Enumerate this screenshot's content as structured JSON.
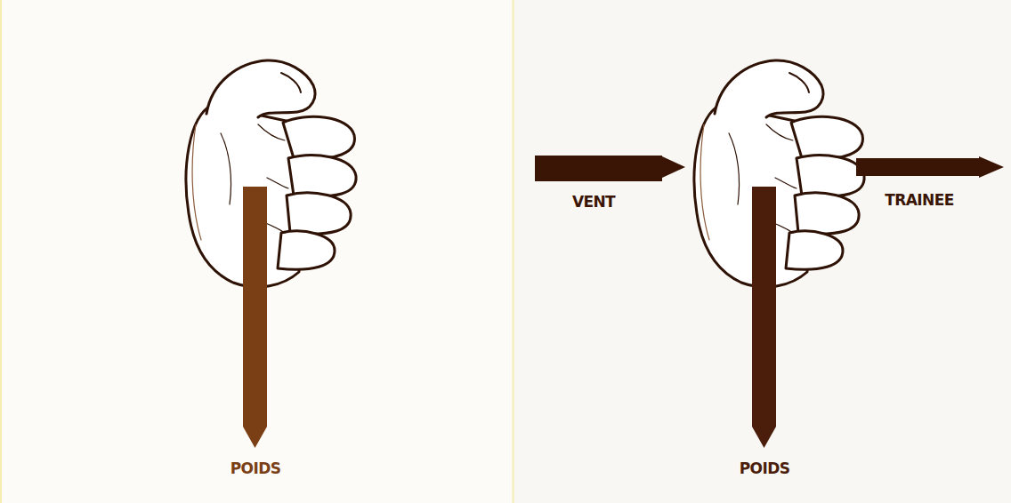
{
  "diagram": {
    "labels": [
      "POIDS",
      "VENT",
      "TRAINEE",
      "POIDS"
    ]
  }
}
